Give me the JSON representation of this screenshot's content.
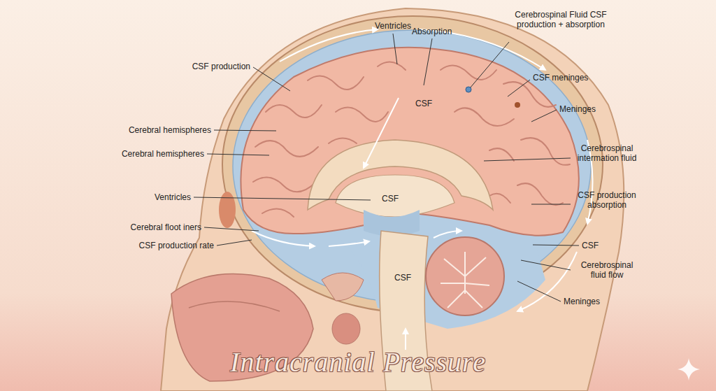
{
  "diagram": {
    "title": "Intracranial Pressure",
    "labels": [
      "Ventricles",
      "Absorption",
      "Cerebrospinal Fluid CSF production + absorption",
      "CSF production",
      "CSF meninges",
      "CSF",
      "Meninges",
      "Cerebral hemispheres",
      "Cerebral hemispheres",
      "Cerebrospinal intermation fluid",
      "Ventricles",
      "CSF",
      "CSF production absorption",
      "Cerebral floot iners",
      "CSF production rate",
      "CSF",
      "Cerebrospinal fluid flow",
      "CSF",
      "Meninges"
    ]
  }
}
